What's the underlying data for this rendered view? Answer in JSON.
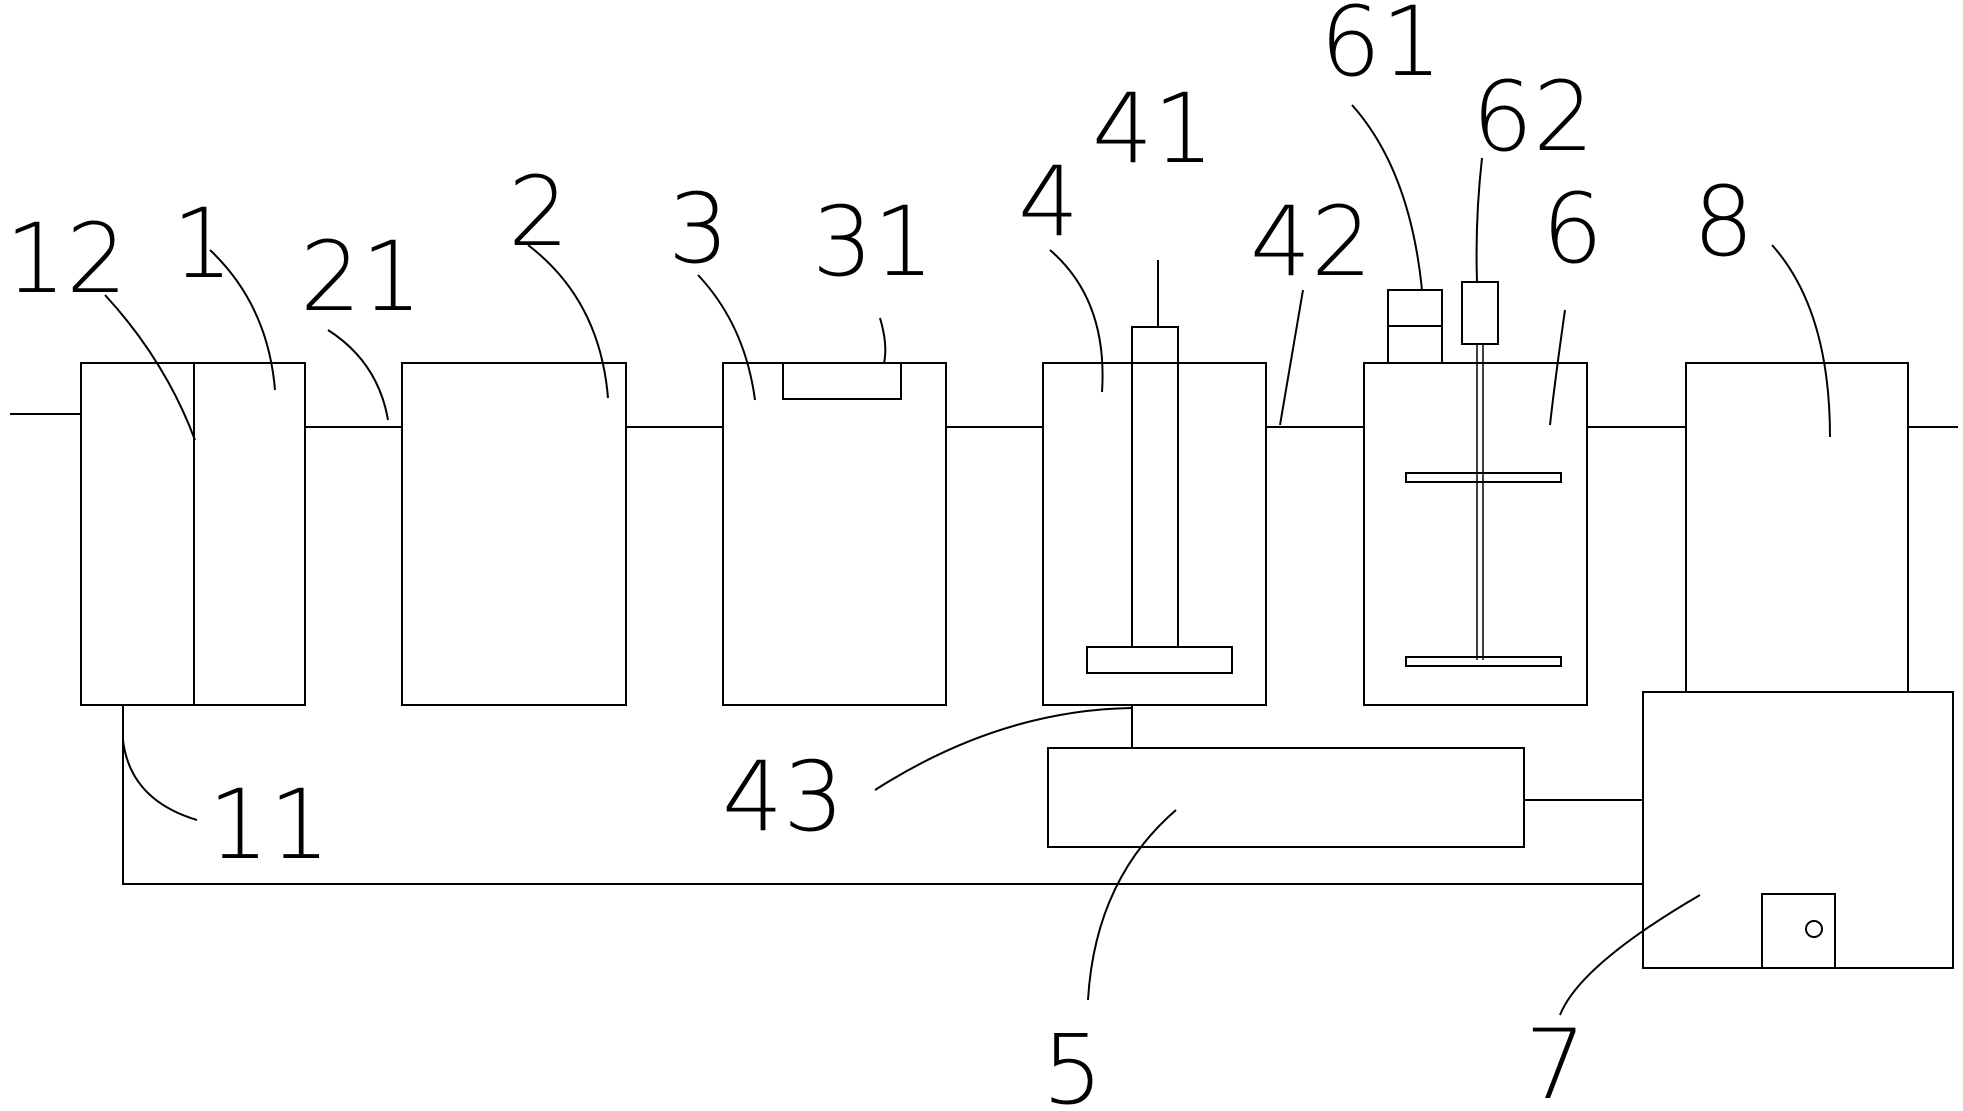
{
  "labels": {
    "l1": "1",
    "l2": "2",
    "l3": "3",
    "l4": "4",
    "l5": "5",
    "l6": "6",
    "l7": "7",
    "l8": "8",
    "l11": "11",
    "l12": "12",
    "l21": "21",
    "l31": "31",
    "l41": "41",
    "l42": "42",
    "l43": "43",
    "l61": "61",
    "l62": "62"
  }
}
